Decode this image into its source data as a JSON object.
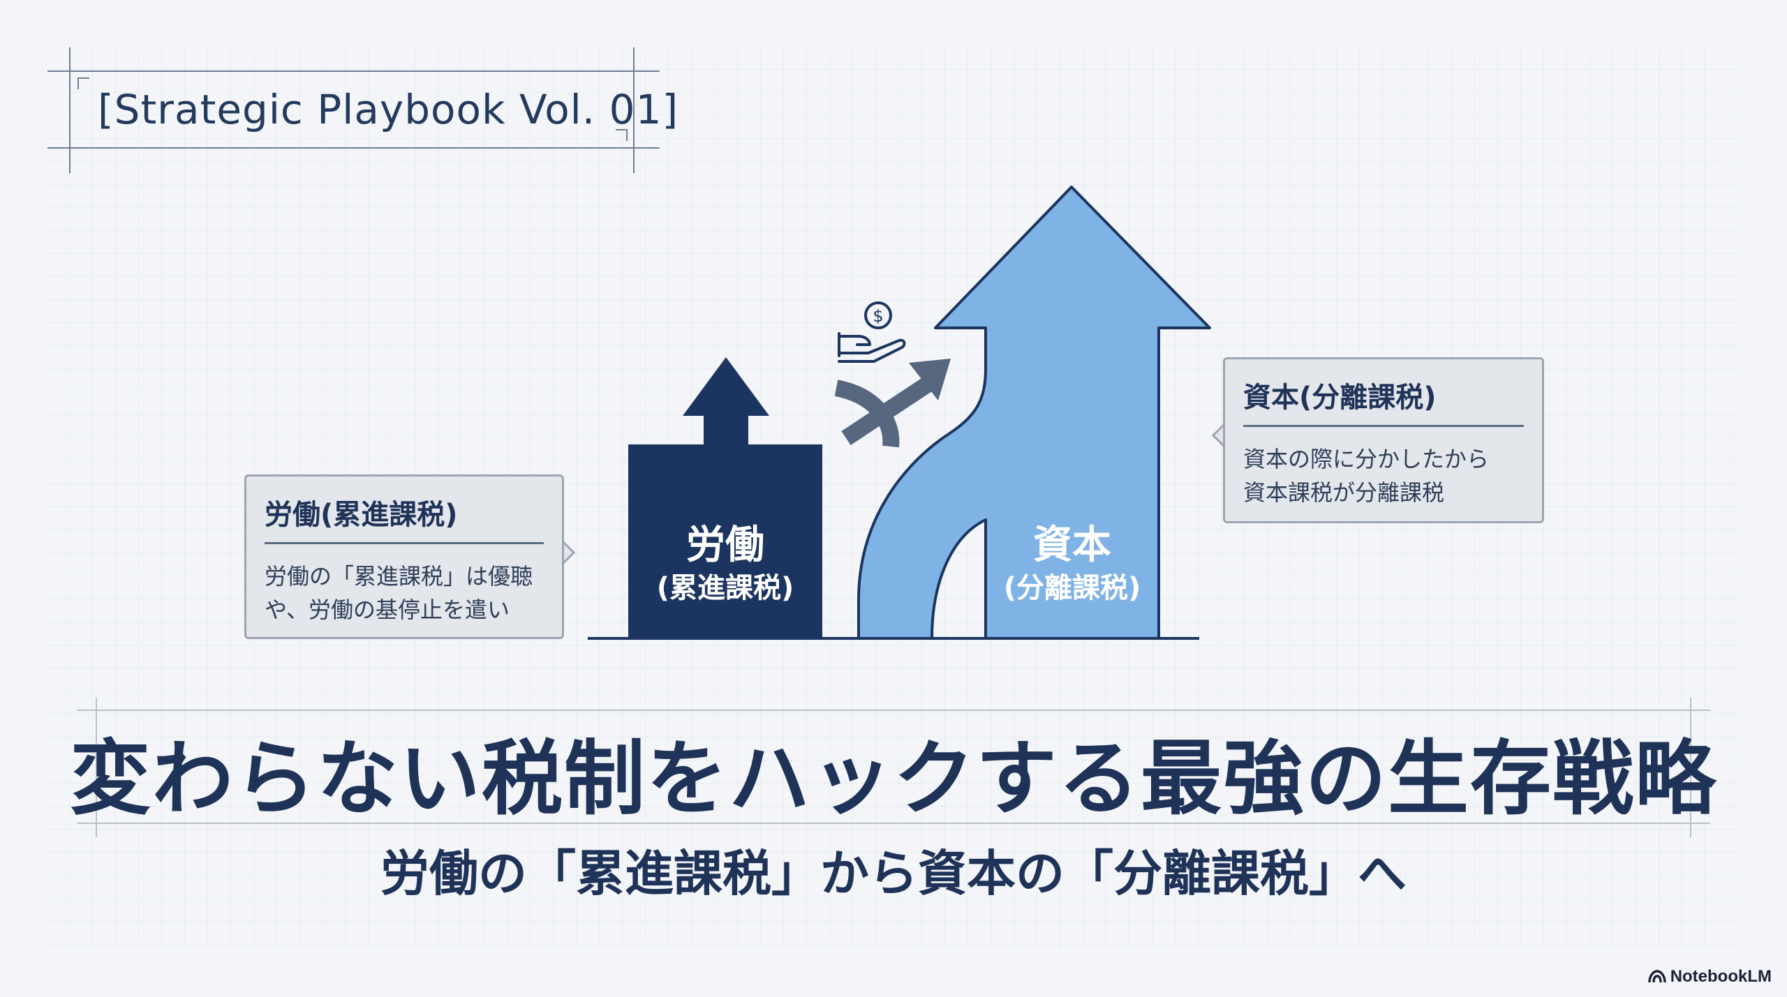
{
  "header": {
    "tag": "[Strategic Playbook Vol. 01]"
  },
  "diagram": {
    "labor_block": {
      "title": "労働",
      "subtitle": "(累進課税)"
    },
    "capital_arrow": {
      "title": "資本",
      "subtitle": "(分離課税)"
    }
  },
  "callouts": {
    "labor": {
      "title": "労働(累進課税)",
      "lines": [
        "労働の「累進課税」は優聴",
        "や、労働の基停止を遣い"
      ]
    },
    "capital": {
      "title": "資本(分離課税)",
      "lines": [
        "資本の際に分かしたから",
        "資本課税が分離課税"
      ]
    }
  },
  "main": {
    "title": "変わらない税制をハックする最強の生存戦略",
    "subtitle": "労働の「累進課税」から資本の「分離課税」へ"
  },
  "footer": {
    "logo_text": "NotebookLM"
  },
  "colors": {
    "navy": "#1c3560",
    "sky_blue": "#7fb2e5",
    "slate_arrow": "#56677f",
    "grid_line": "#d6dbe3"
  },
  "icons": [
    "hand-coin-icon",
    "branch-arrow-icon",
    "notebooklm-logo-icon"
  ]
}
